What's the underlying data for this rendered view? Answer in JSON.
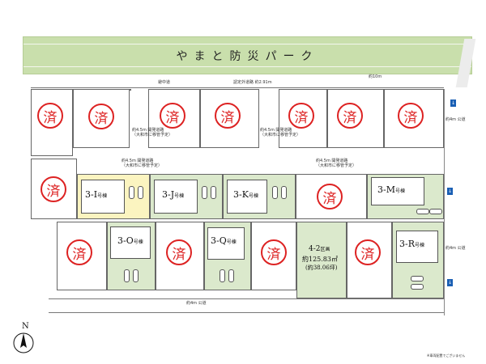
{
  "park": {
    "name": "やまと防災パーク",
    "road_width_label": "約10m"
  },
  "roads": {
    "top_left": "避中道",
    "top_center": "認定外道路 約2.91m",
    "right_upper": "約4m 公道",
    "right_lower": "約4m 公道",
    "bottom": "約4m 公道",
    "dev_left": "約4.5m 開発道路",
    "dev_left_sub": "（大和市に移管予定）",
    "dev_center": "約4.5m 開発道路",
    "dev_center_sub": "（大和市に移管予定）",
    "dev_mid": "約4.5m 開発道路",
    "dev_mid_sub": "（大和市に移管予定）",
    "dev_right": "約4.5m 開発道路",
    "dev_right_sub": "（大和市に移管予定）"
  },
  "sold_mark": "済",
  "lots": {
    "3-I": {
      "name": "3-I",
      "suffix": "号棟",
      "status": "available",
      "color": "#fbf4c0"
    },
    "3-J": {
      "name": "3-J",
      "suffix": "号棟",
      "status": "available",
      "color": "#dbe9cc"
    },
    "3-K": {
      "name": "3-K",
      "suffix": "号棟",
      "status": "available",
      "color": "#dbe9cc"
    },
    "3-M": {
      "name": "3-M",
      "suffix": "号棟",
      "status": "available",
      "color": "#dbe9cc"
    },
    "3-O": {
      "name": "3-O",
      "suffix": "号棟",
      "status": "available",
      "color": "#dbe9cc"
    },
    "3-Q": {
      "name": "3-Q",
      "suffix": "号棟",
      "status": "available",
      "color": "#dbe9cc"
    },
    "3-R": {
      "name": "3-R",
      "suffix": "号棟",
      "status": "available",
      "color": "#dbe9cc"
    },
    "4-2": {
      "name": "4-2",
      "suffix": "区画",
      "area_m2": "約125.83㎡",
      "area_tsubo": "(約38.06坪)",
      "status": "available",
      "color": "#dbe9cc"
    }
  },
  "compass": {
    "label": "N"
  },
  "note": "※車両配置でございません"
}
